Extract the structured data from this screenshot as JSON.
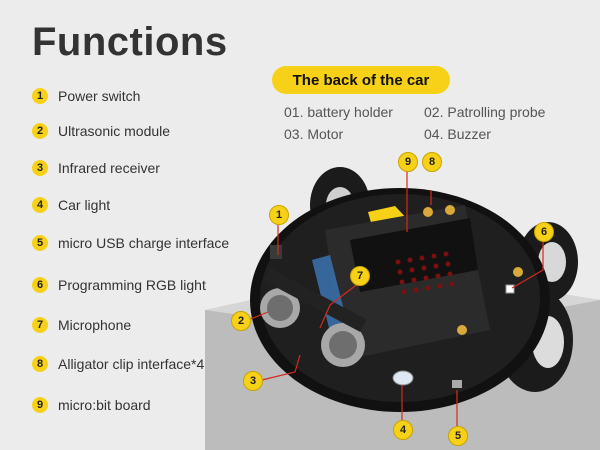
{
  "title": "Functions",
  "features": [
    {
      "num": "1",
      "label": "Power switch"
    },
    {
      "num": "2",
      "label": "Ultrasonic module"
    },
    {
      "num": "3",
      "label": "Infrared receiver"
    },
    {
      "num": "4",
      "label": "Car light"
    },
    {
      "num": "5",
      "label": "micro USB charge interface"
    },
    {
      "num": "6",
      "label": "Programming RGB light"
    },
    {
      "num": "7",
      "label": "Microphone"
    },
    {
      "num": "8",
      "label": "Alligator clip interface*4"
    },
    {
      "num": "9",
      "label": "micro:bit board"
    }
  ],
  "back": {
    "title": "The back of the car",
    "items": [
      "01. battery holder",
      "02. Patrolling probe",
      "03. Motor",
      "04. Buzzer"
    ]
  },
  "callouts": [
    "9",
    "8",
    "1",
    "7",
    "6",
    "2",
    "3",
    "4",
    "5"
  ],
  "colors": {
    "accent": "#f7d117",
    "text": "#333333",
    "board": "#1a1a1a",
    "leader": "#d42a1e"
  }
}
